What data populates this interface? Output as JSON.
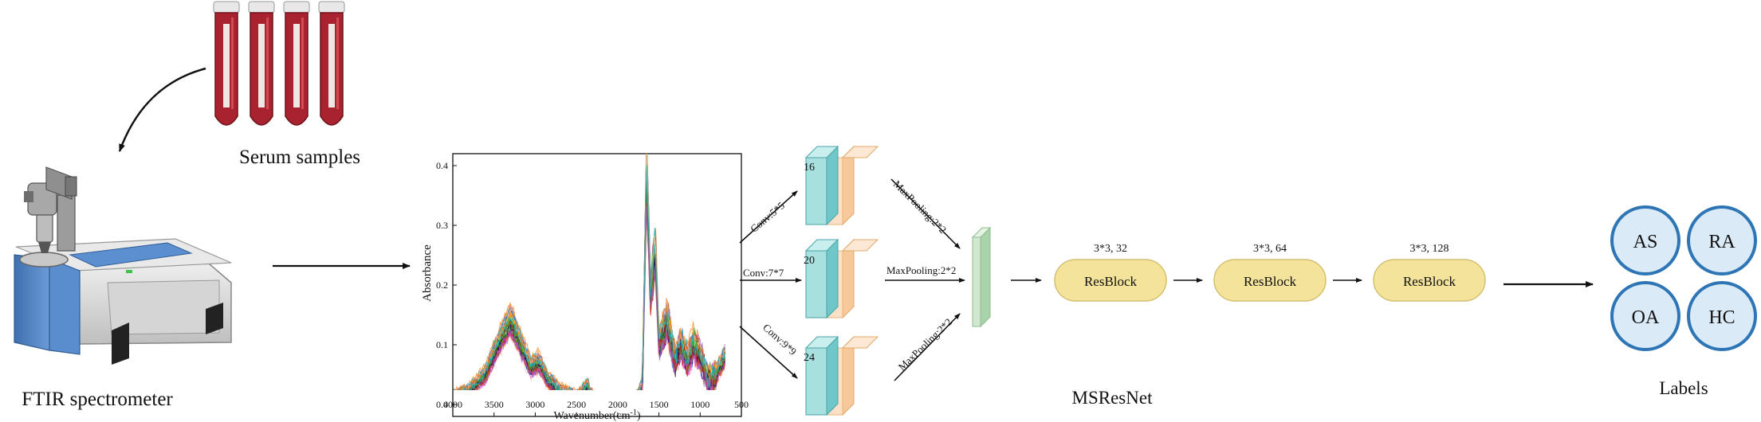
{
  "labels": {
    "serum": "Serum samples",
    "ftir": "FTIR spectrometer",
    "network": "MSResNet",
    "outputs": "Labels"
  },
  "chart_data": {
    "type": "line",
    "xlabel": "Wavenumber(cm",
    "xlabel_sup": "-1",
    "xlabel_end": ")",
    "ylabel": "Absorbance",
    "xlim": [
      4000,
      500
    ],
    "ylim": [
      -0.02,
      0.42
    ],
    "xticks": [
      4000,
      3500,
      3000,
      2500,
      2000,
      1500,
      1000,
      500
    ],
    "yticks": [
      0.0,
      0.1,
      0.2,
      0.3,
      0.4
    ],
    "ytick_labels": [
      "0.0",
      "0.1",
      "0.2",
      "0.3",
      "0.4"
    ],
    "series_count": 60,
    "baseline_spectrum": {
      "x": [
        4000,
        3800,
        3600,
        3450,
        3300,
        3150,
        3050,
        2960,
        2920,
        2850,
        2700,
        2500,
        2360,
        2340,
        2200,
        2000,
        1800,
        1700,
        1650,
        1600,
        1545,
        1500,
        1450,
        1400,
        1300,
        1240,
        1150,
        1080,
        1000,
        900,
        800,
        700
      ],
      "y": [
        0.01,
        0.02,
        0.05,
        0.1,
        0.14,
        0.09,
        0.06,
        0.07,
        0.06,
        0.04,
        0.02,
        0.01,
        0.03,
        0.015,
        0.0,
        0.0,
        0.0,
        0.03,
        0.39,
        0.18,
        0.26,
        0.1,
        0.12,
        0.14,
        0.07,
        0.1,
        0.07,
        0.1,
        0.08,
        0.04,
        0.05,
        0.08
      ]
    },
    "colors": [
      "#e6194b",
      "#3cb44b",
      "#ffe119",
      "#4363d8",
      "#f58231",
      "#911eb4",
      "#46f0f0",
      "#f032e6",
      "#bcf60c",
      "#fabebe",
      "#008080",
      "#9a6324",
      "#800000",
      "#808000",
      "#000075",
      "#ff7f0e",
      "#2ca02c",
      "#d62728",
      "#9467bd",
      "#17becf"
    ]
  },
  "branches": [
    {
      "conv": "Conv:5*5",
      "channels": "16",
      "pool": "MaxPooling:2*2"
    },
    {
      "conv": "Conv:7*7",
      "channels": "20",
      "pool": "MaxPooling:2*2"
    },
    {
      "conv": "Conv:9*9",
      "channels": "24",
      "pool": "MaxPooling:2*2"
    }
  ],
  "resblocks": [
    {
      "label": "ResBlock",
      "params": "3*3, 32"
    },
    {
      "label": "ResBlock",
      "params": "3*3, 64"
    },
    {
      "label": "ResBlock",
      "params": "3*3, 128"
    }
  ],
  "classes": [
    "AS",
    "RA",
    "OA",
    "HC"
  ],
  "colors": {
    "tube_blood": "#a8232f",
    "tube_glass": "#d9d9d9",
    "spectrometer_blue": "#4a7fc1",
    "conv_block": "#a8e0e0",
    "pool_block": "#fbe0c6",
    "merge_block": "#cfe8cf",
    "resblock": "#f4e39a",
    "class_circle": "#2e75b6"
  }
}
